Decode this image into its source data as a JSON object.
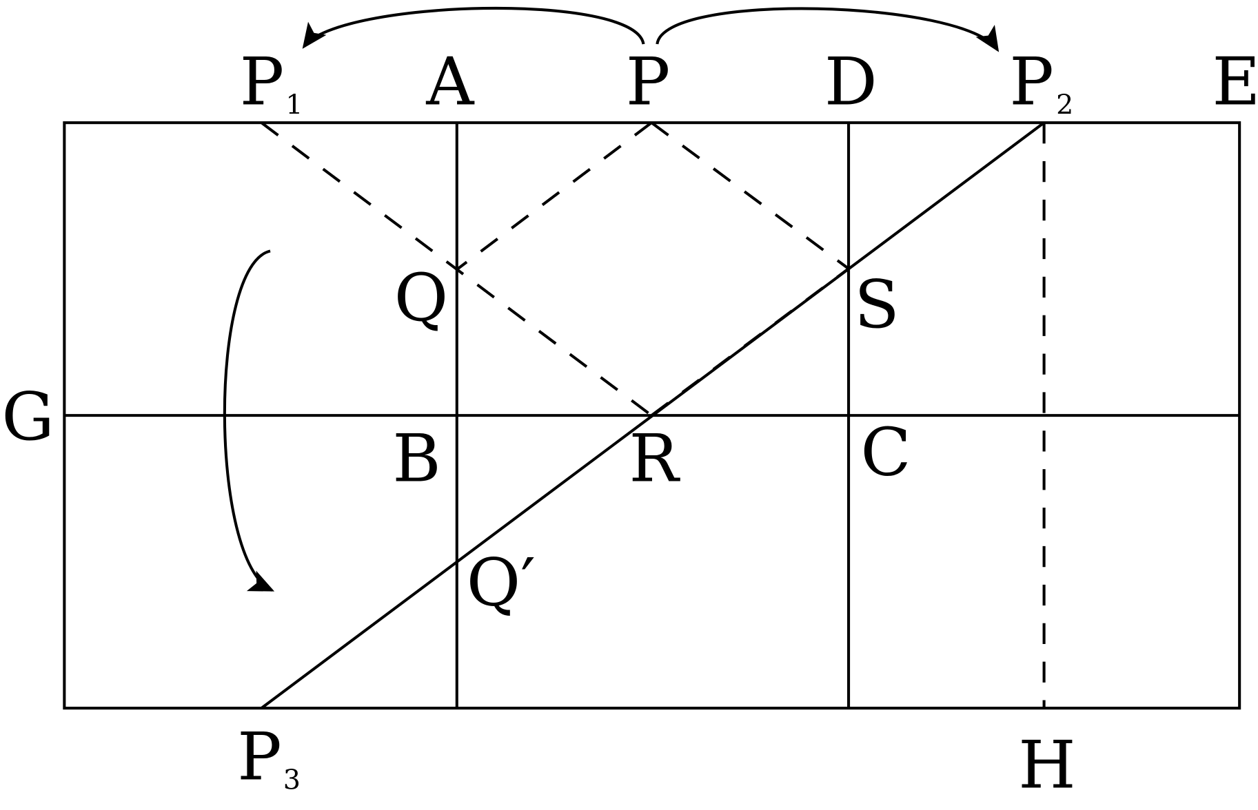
{
  "labels": {
    "P1": "P",
    "P1_sub": "1",
    "A": "A",
    "P": "P",
    "D": "D",
    "P2": "P",
    "P2_sub": "2",
    "E": "E",
    "Q": "Q",
    "S": "S",
    "G": "G",
    "B": "B",
    "R": "R",
    "C": "C",
    "Qp": "Q′",
    "P3": "P",
    "P3_sub": "3",
    "H": "H"
  }
}
